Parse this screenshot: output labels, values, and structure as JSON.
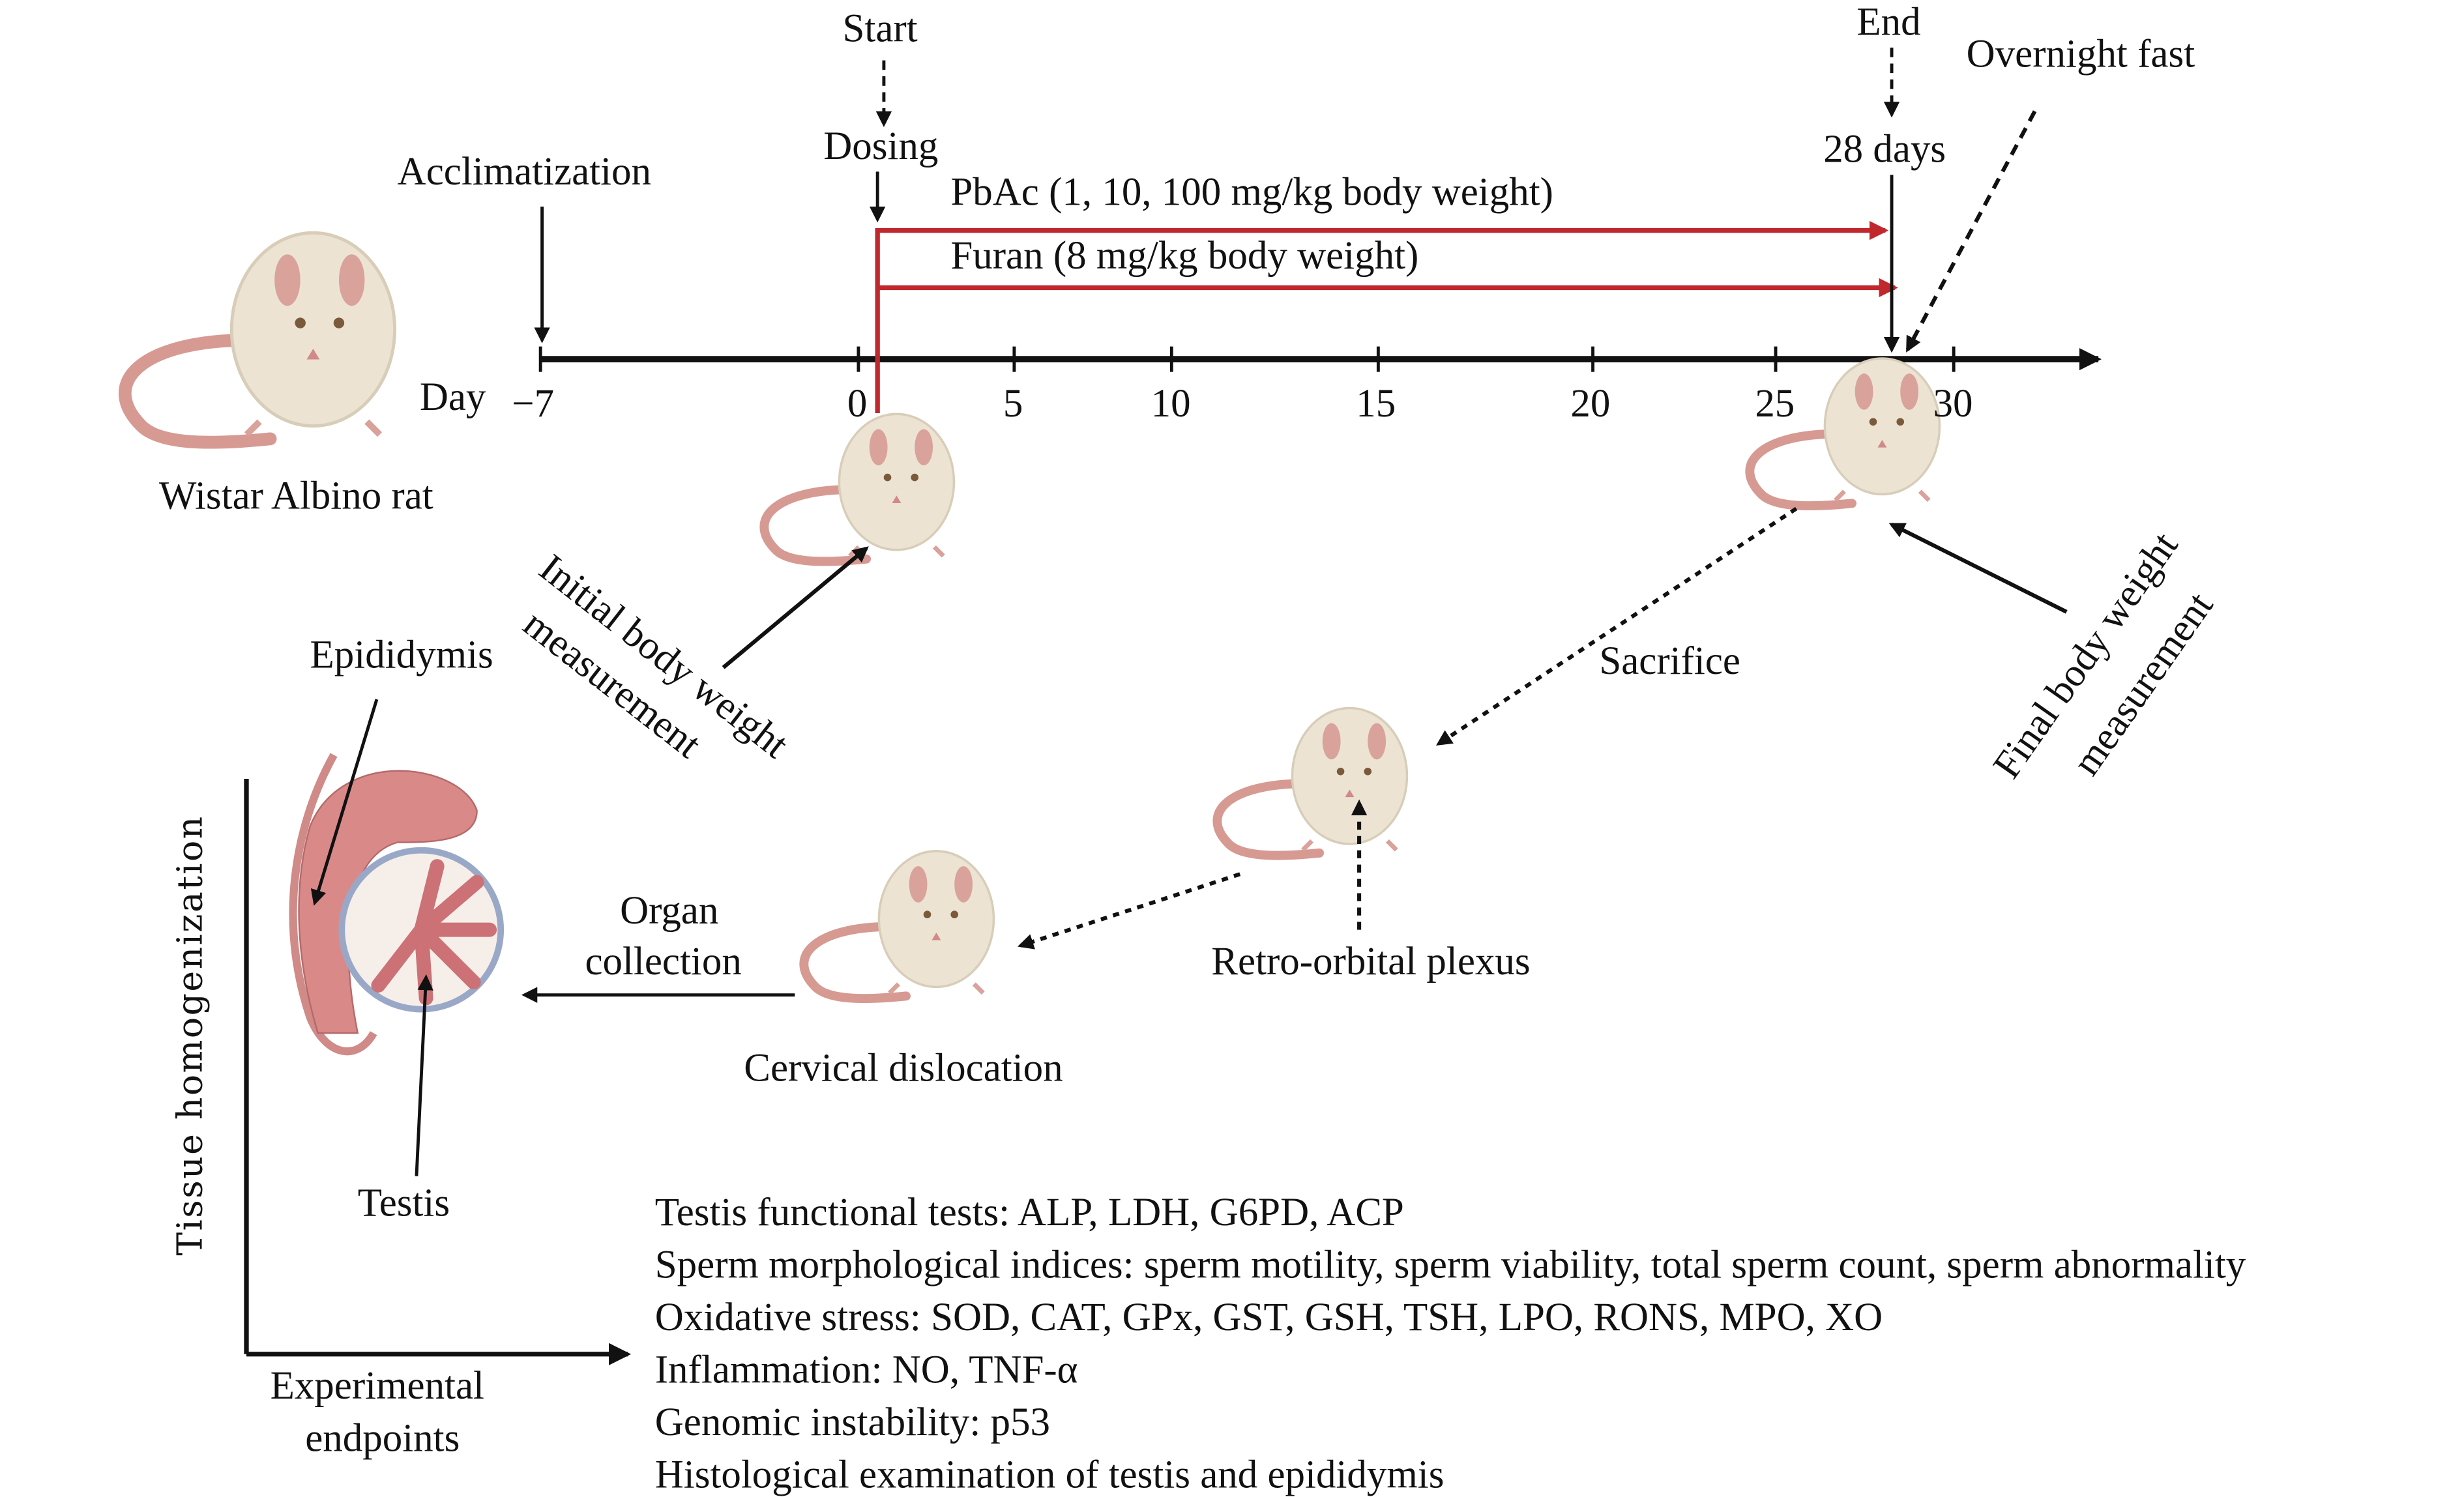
{
  "timeline": {
    "axis_label": "Day",
    "ticks": [
      "−7",
      "0",
      "5",
      "10",
      "15",
      "20",
      "25",
      "30"
    ],
    "labels": {
      "start": "Start",
      "dosing": "Dosing",
      "acclimatization": "Acclimatization",
      "end": "End",
      "duration": "28 days",
      "overnight_fast": "Overnight fast"
    },
    "treatments": [
      {
        "label": "PbAc (1, 10, 100 mg/kg body weight)",
        "color": "#c0282d"
      },
      {
        "label": "Furan (8 mg/kg body weight)",
        "color": "#c0282d"
      }
    ]
  },
  "rat_label": "Wistar Albino rat",
  "steps": {
    "initial_weight": [
      "Initial body weight",
      "measurement"
    ],
    "final_weight": [
      "Final body weight",
      "measurement"
    ],
    "sacrifice": "Sacrifice",
    "retro_orbital": "Retro-orbital plexus",
    "cervical": "Cervical dislocation",
    "organ_collection": [
      "Organ",
      "collection"
    ]
  },
  "organs": {
    "epididymis": "Epididymis",
    "testis": "Testis"
  },
  "axes": {
    "vertical": "Tissue homogenization",
    "horizontal": [
      "Experimental",
      "endpoints"
    ]
  },
  "endpoints": [
    "Testis functional tests: ALP, LDH, G6PD, ACP",
    "Sperm morphological indices: sperm motility, sperm viability, total sperm count, sperm abnormality",
    "Oxidative stress: SOD, CAT, GPx, GST, GSH, TSH, LPO, RONS, MPO, XO",
    "Inflammation: NO, TNF-α",
    "Genomic instability: p53",
    "Histological examination of testis and epididymis"
  ]
}
